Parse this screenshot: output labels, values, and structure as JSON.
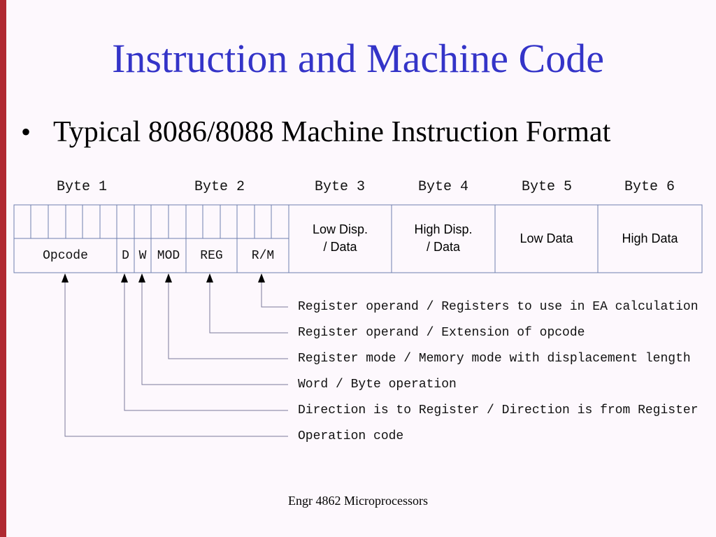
{
  "slide": {
    "title": "Instruction and Machine Code",
    "bullet": "Typical 8086/8088 Machine Instruction Format",
    "footer": "Engr 4862 Microprocessors"
  },
  "bytes": [
    "Byte 1",
    "Byte 2",
    "Byte 3",
    "Byte 4",
    "Byte 5",
    "Byte 6"
  ],
  "fields": [
    "Opcode",
    "D",
    "W",
    "MOD",
    "REG",
    "R/M"
  ],
  "data_bytes": {
    "byte3": [
      "Low Disp.",
      "/ Data"
    ],
    "byte4": [
      "High Disp.",
      "/ Data"
    ],
    "byte5": "Low Data",
    "byte6": "High Data"
  },
  "descriptions": {
    "rm": "Register operand / Registers to use in EA calculation",
    "reg": "Register operand / Extension of opcode",
    "mod": "Register mode / Memory mode with displacement length",
    "w": "Word / Byte operation",
    "d": "Direction is to Register / Direction is from Register",
    "opcode": "Operation code"
  },
  "colors": {
    "title": "#3434c8",
    "accent_bar": "#b02a31",
    "box_border": "#6f7fae"
  }
}
